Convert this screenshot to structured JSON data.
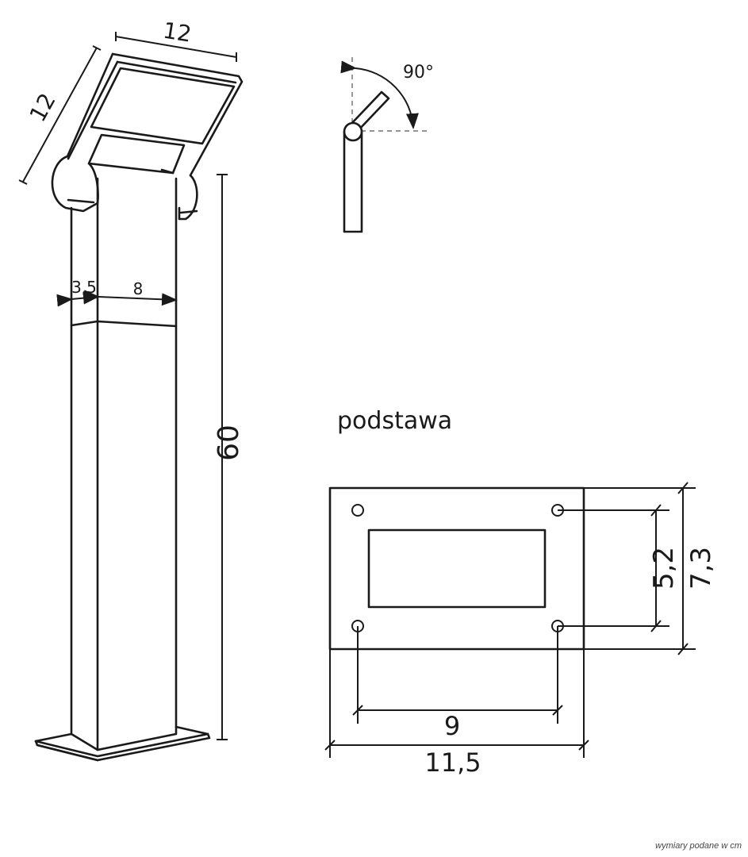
{
  "drawing": {
    "lamp_view": {
      "head_width": "12",
      "head_depth": "12",
      "post_side_width": "3,5",
      "post_front_width": "8",
      "height": "60"
    },
    "tilt_view": {
      "angle": "90°"
    },
    "base_view": {
      "title": "podstawa",
      "width": "11,5",
      "height": "7,3",
      "hole_spacing_horizontal": "9",
      "hole_spacing_vertical": "5,2"
    },
    "footnote": "wymiary podane w cm"
  }
}
